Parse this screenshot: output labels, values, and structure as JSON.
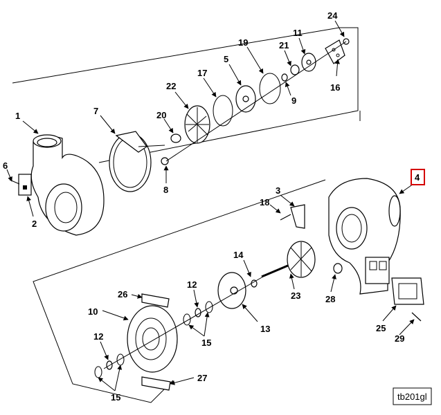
{
  "figure_id": "tb201gl",
  "highlighted_callout": "4",
  "callouts": [
    "1",
    "2",
    "3",
    "4",
    "5",
    "6",
    "7",
    "8",
    "9",
    "10",
    "11",
    "12",
    "13",
    "14",
    "15",
    "16",
    "17",
    "18",
    "19",
    "20",
    "21",
    "22",
    "23",
    "24",
    "25",
    "26",
    "27",
    "28",
    "29"
  ],
  "colors": {
    "line": "#000000",
    "highlight": "#d40000",
    "background": "#ffffff"
  }
}
